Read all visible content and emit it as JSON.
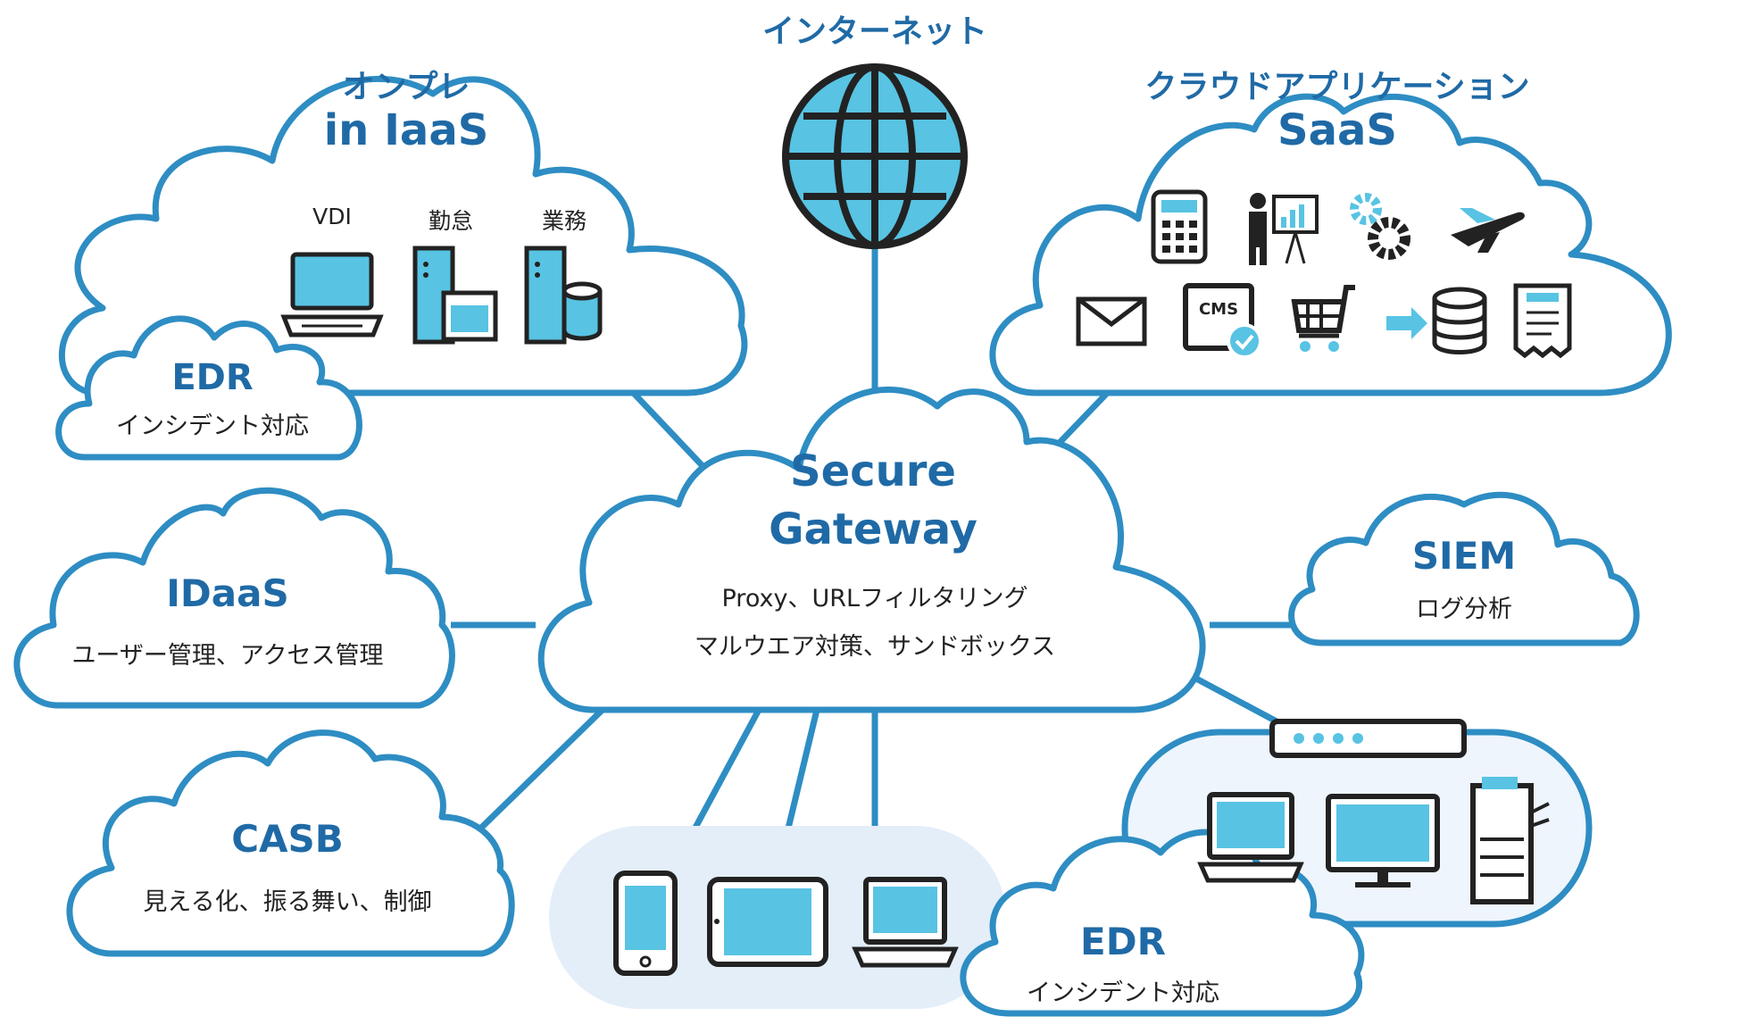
{
  "colors": {
    "stroke": "#2e8dc3",
    "title": "#1f6aa6",
    "fill_blue": "#58c3e3",
    "lane_fill": "#e3eef9",
    "lan_fill": "#eef5fc",
    "dark": "#222222"
  },
  "internet": {
    "title": "インターネット",
    "icon": "globe-icon"
  },
  "onprem": {
    "title": "オンプレ",
    "subtitle": "in IaaS",
    "items": [
      {
        "label": "VDI",
        "icon": "laptop-icon"
      },
      {
        "label": "勤怠",
        "icon": "server-window-icon"
      },
      {
        "label": "業務",
        "icon": "server-database-icon"
      }
    ]
  },
  "edr_left": {
    "title": "EDR",
    "subtitle": "インシデント対応"
  },
  "saas": {
    "title": "クラウドアプリケーション",
    "subtitle": "SaaS",
    "icons": [
      "calculator-icon",
      "presentation-icon",
      "gears-icon",
      "airplane-icon",
      "mail-icon",
      "cms-icon",
      "cart-icon",
      "database-import-icon",
      "receipt-icon"
    ]
  },
  "gateway": {
    "title_1": "Secure",
    "title_2": "Gateway",
    "line_1": "Proxy、URLフィルタリング",
    "line_2": "マルウエア対策、サンドボックス"
  },
  "idaas": {
    "title": "IDaaS",
    "subtitle": "ユーザー管理、アクセス管理"
  },
  "siem": {
    "title": "SIEM",
    "subtitle": "ログ分析"
  },
  "casb": {
    "title": "CASB",
    "subtitle": "見える化、振る舞い、制御"
  },
  "mobile": {
    "icons": [
      "smartphone-icon",
      "tablet-icon",
      "laptop-icon"
    ]
  },
  "lan": {
    "icons": [
      "switch-icon",
      "laptop-icon",
      "monitor-icon",
      "printer-icon"
    ]
  },
  "edr_right": {
    "title": "EDR",
    "subtitle": "インシデント対応"
  }
}
